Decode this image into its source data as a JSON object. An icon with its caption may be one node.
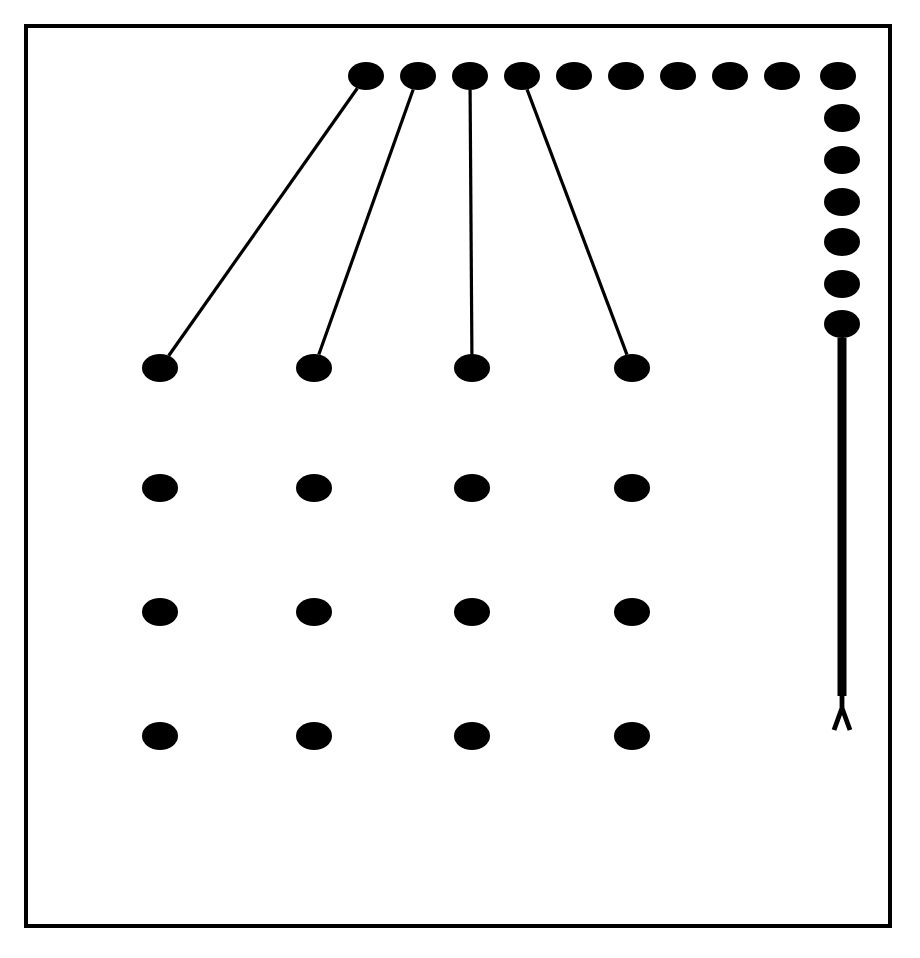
{
  "diagram": {
    "nodes": [
      {
        "text": [],
        "shape": "circle"
      },
      {
        "text": [],
        "shape": "circle"
      },
      {
        "text": [],
        "shape": "circle"
      },
      {
        "text": [],
        "shape": "circle"
      },
      {
        "text": [],
        "shape": "circle"
      },
      {
        "text": [],
        "shape": "circle"
      },
      {
        "text": [],
        "shape": "circle"
      },
      {
        "text": [],
        "shape": "circle"
      },
      {
        "text": [],
        "shape": "circle"
      },
      {
        "text": [],
        "shape": "circle"
      },
      {
        "text": [],
        "shape": "circle"
      },
      {
        "text": [],
        "shape": "circle"
      },
      {
        "text": [],
        "shape": "circle"
      },
      {
        "text": [],
        "shape": "circle"
      },
      {
        "text": [],
        "shape": "circle"
      },
      {
        "text": [],
        "shape": "circle"
      },
      {
        "text": [],
        "shape": "circle"
      },
      {
        "text": [],
        "shape": "circle"
      },
      {
        "text": [],
        "shape": "circle"
      },
      {
        "text": [],
        "shape": "circle"
      },
      {
        "text": [],
        "shape": "circle"
      },
      {
        "text": [],
        "shape": "circle"
      },
      {
        "text": [],
        "shape": "circle"
      },
      {
        "text": [],
        "shape": "circle"
      },
      {
        "text": [],
        "shape": "circle"
      },
      {
        "text": [],
        "shape": "circle"
      },
      {
        "text": [],
        "shape": "circle"
      },
      {
        "text": [],
        "shape": "circle"
      },
      {
        "text": [],
        "shape": "circle"
      },
      {
        "text": [],
        "shape": "circle"
      },
      {
        "text": [],
        "shape": "circle"
      },
      {
        "text": [],
        "shape": "circle"
      }
    ],
    "edges": [
      {
        "from": 0,
        "to": 16,
        "arrow": "none"
      },
      {
        "from": 1,
        "to": 17,
        "arrow": "none"
      },
      {
        "from": 2,
        "to": 18,
        "arrow": "none"
      },
      {
        "from": 3,
        "to": 19,
        "arrow": "none"
      },
      {
        "from": 15,
        "to": null,
        "arrow": "other",
        "style": "thick"
      }
    ]
  }
}
